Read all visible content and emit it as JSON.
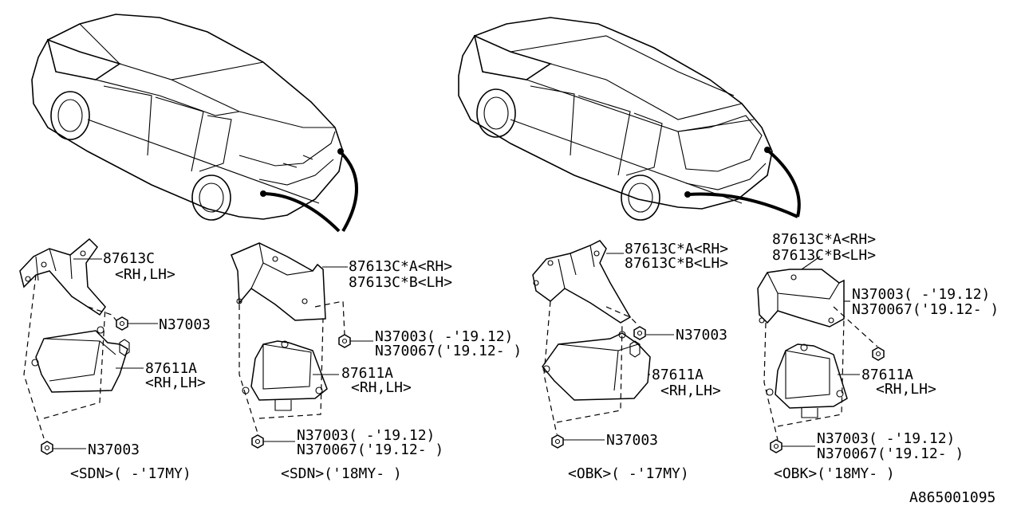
{
  "diagram_id": "A865001095",
  "panels": [
    {
      "caption": "<SDN>( -'17MY)",
      "bracket_part": "87613C",
      "bracket_side": "<RH,LH>",
      "unit_part": "87611A",
      "unit_side": "<RH,LH>",
      "nut_upper": "N37003",
      "nut_lower": "N37003"
    },
    {
      "caption": "<SDN>('18MY- )",
      "bracket_part_a": "87613C*A<RH>",
      "bracket_part_b": "87613C*B<LH>",
      "nut_upper_1": "N37003( -'19.12)",
      "nut_upper_2": "N370067('19.12- )",
      "unit_part": "87611A",
      "unit_side": "<RH,LH>",
      "nut_lower_1": "N37003( -'19.12)",
      "nut_lower_2": "N370067('19.12- )"
    },
    {
      "caption": "<OBK>( -'17MY)",
      "bracket_part_a": "87613C*A<RH>",
      "bracket_part_b": "87613C*B<LH>",
      "nut_upper": "N37003",
      "unit_part": "87611A",
      "unit_side": "<RH,LH>",
      "nut_lower": "N37003"
    },
    {
      "caption": "<OBK>('18MY- )",
      "bracket_part_a": "87613C*A<RH>",
      "bracket_part_b": "87613C*B<LH>",
      "nut_upper_1": "N37003( -'19.12)",
      "nut_upper_2": "N370067('19.12- )",
      "unit_part": "87611A",
      "unit_side": "<RH,LH>",
      "nut_lower_1": "N37003( -'19.12)",
      "nut_lower_2": "N370067('19.12- )"
    }
  ]
}
